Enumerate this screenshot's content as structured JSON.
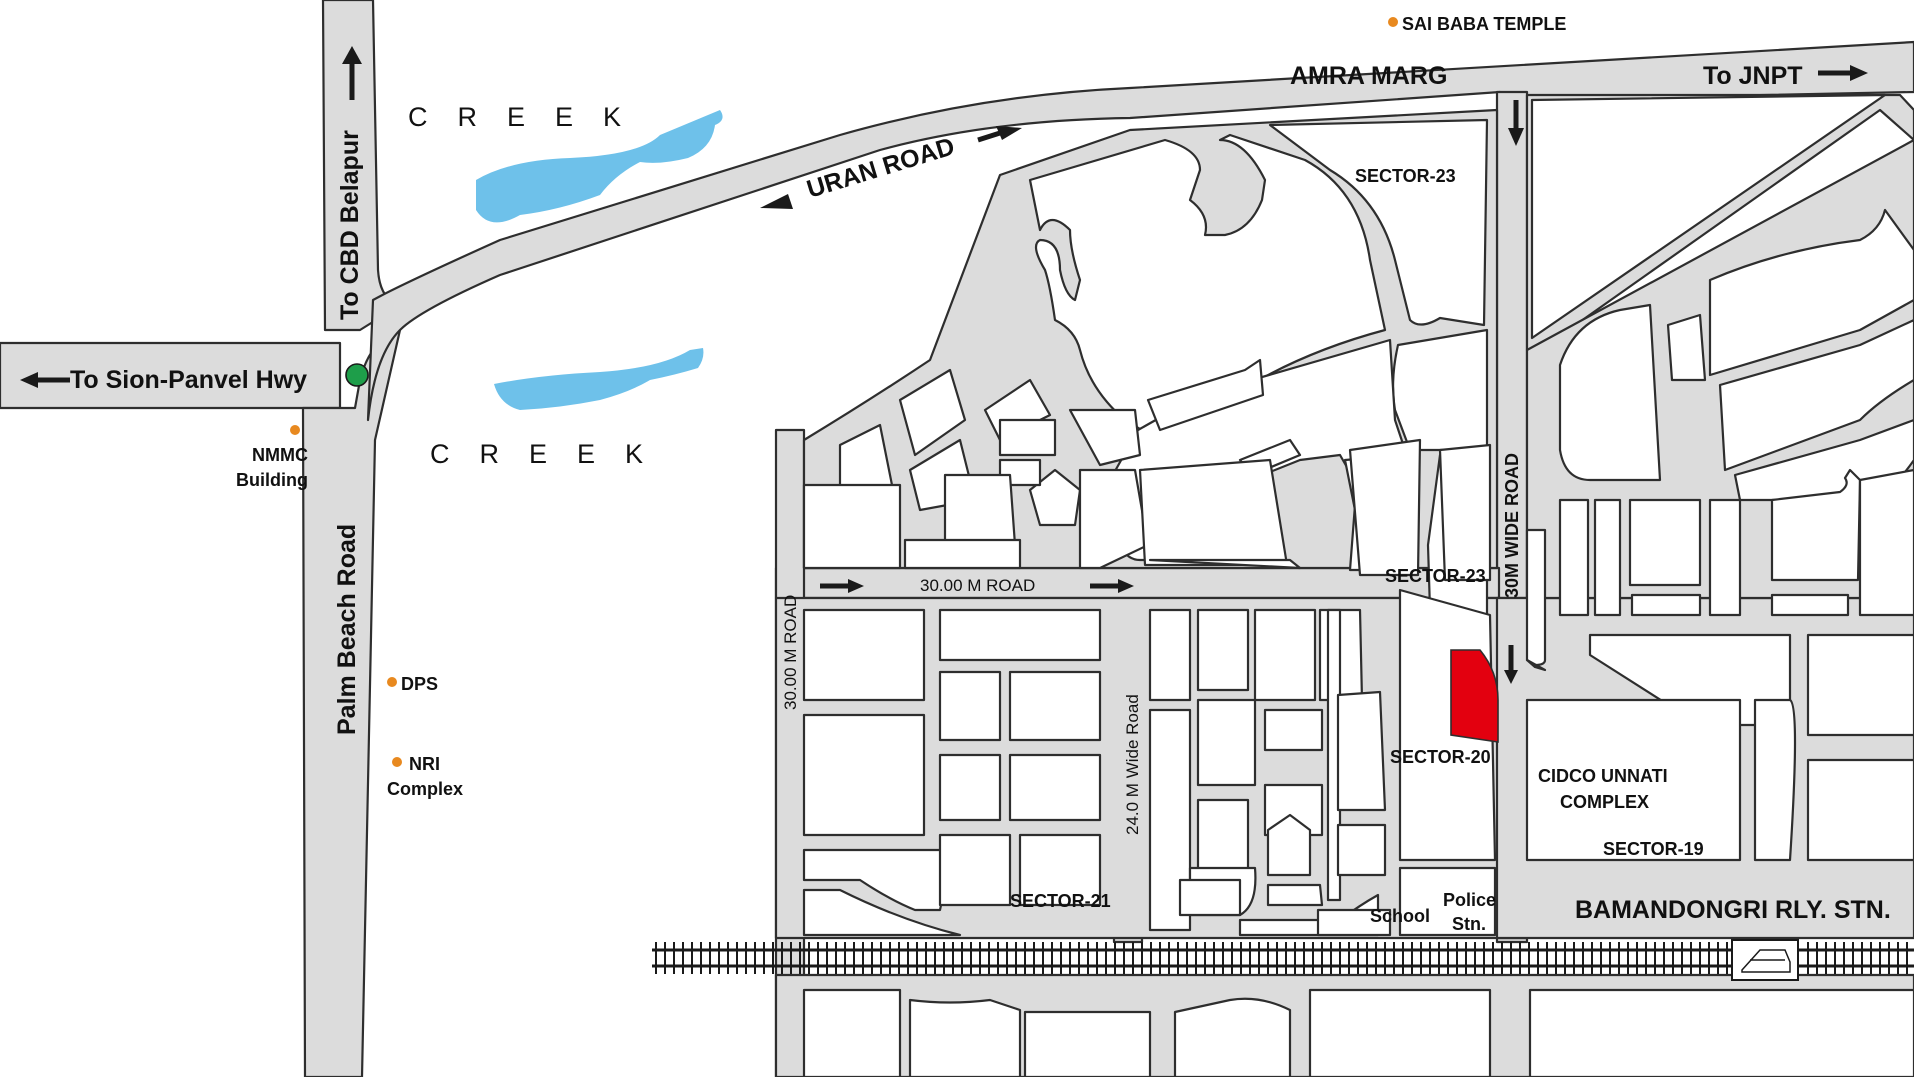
{
  "map": {
    "places": {
      "sai_baba_temple": "SAI BABA TEMPLE",
      "nmmc_building_line1": "NMMC",
      "nmmc_building_line2": "Building",
      "dps": "DPS",
      "nri_complex_line1": "NRI",
      "nri_complex_line2": "Complex",
      "school": "School",
      "police_line1": "Police",
      "police_line2": "Stn.",
      "cidco_line1": "CIDCO UNNATI",
      "cidco_line2": "COMPLEX",
      "station": "BAMANDONGRI RLY. STN."
    },
    "roads": {
      "amra_marg": "AMRA MARG",
      "to_jnpt": "To JNPT",
      "uran_road": "URAN ROAD",
      "to_cbd_belapur": "To CBD Belapur",
      "to_sion_panvel": "To Sion-Panvel Hwy",
      "palm_beach_road": "Palm Beach Road",
      "road_30m_h": "30.00 M ROAD",
      "road_30m_v": "30.00 M ROAD",
      "road_24m": "24.0 M Wide Road",
      "road_30m_wide": "30M WIDE ROAD"
    },
    "water": {
      "creek_top": "CREEK",
      "creek_bottom": "CREEK"
    },
    "sectors": {
      "sector_23_top": "SECTOR-23",
      "sector_23_mid": "SECTOR-23",
      "sector_20": "SECTOR-20",
      "sector_19": "SECTOR-19",
      "sector_21": "SECTOR-21"
    },
    "colors": {
      "road_fill": "#dcdcdc",
      "creek_water": "#6ec1ea",
      "highlight_plot": "#e3000f",
      "junction_marker": "#1e9e4a",
      "poi_marker": "#e8891f"
    }
  }
}
